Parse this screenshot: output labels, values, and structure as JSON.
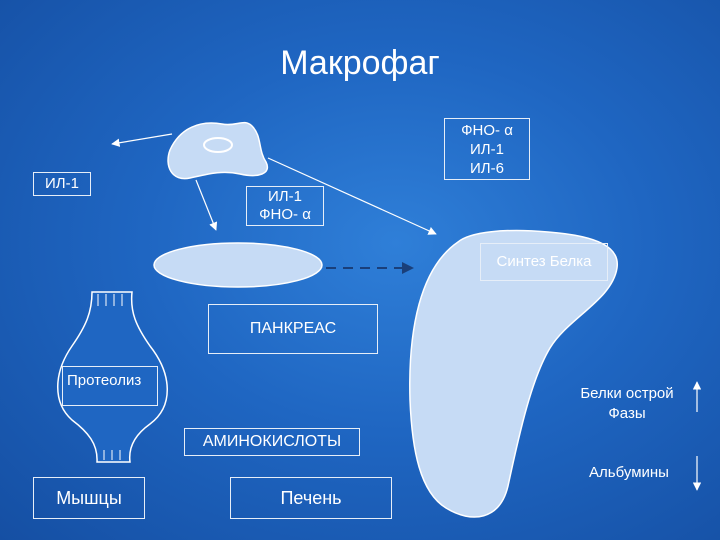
{
  "title": "Макрофаг",
  "labels": {
    "il1_left": "ИЛ-1",
    "il1_tnf_center_line1": "ИЛ-1",
    "il1_tnf_center_line2": "ФНО- α",
    "top_right_line1": "ФНО- α",
    "top_right_line2": "ИЛ-1",
    "top_right_line3": "ИЛ-6",
    "protein_synthesis": "Синтез Белка",
    "pancreas": "ПАНКРЕАС",
    "proteolysis": "Протеолиз",
    "acute_phase_line1": "Белки острой",
    "acute_phase_line2": "Фазы",
    "amino_acids": "АМИНОКИСЛОТЫ",
    "albumins": "Альбумины",
    "muscles": "Мышцы",
    "liver": "Печень"
  },
  "colors": {
    "background": "#1f66c2",
    "shape_fill": "#c6dbf5",
    "outline": "#ffffff",
    "dark_outline": "#1a3f7a"
  }
}
